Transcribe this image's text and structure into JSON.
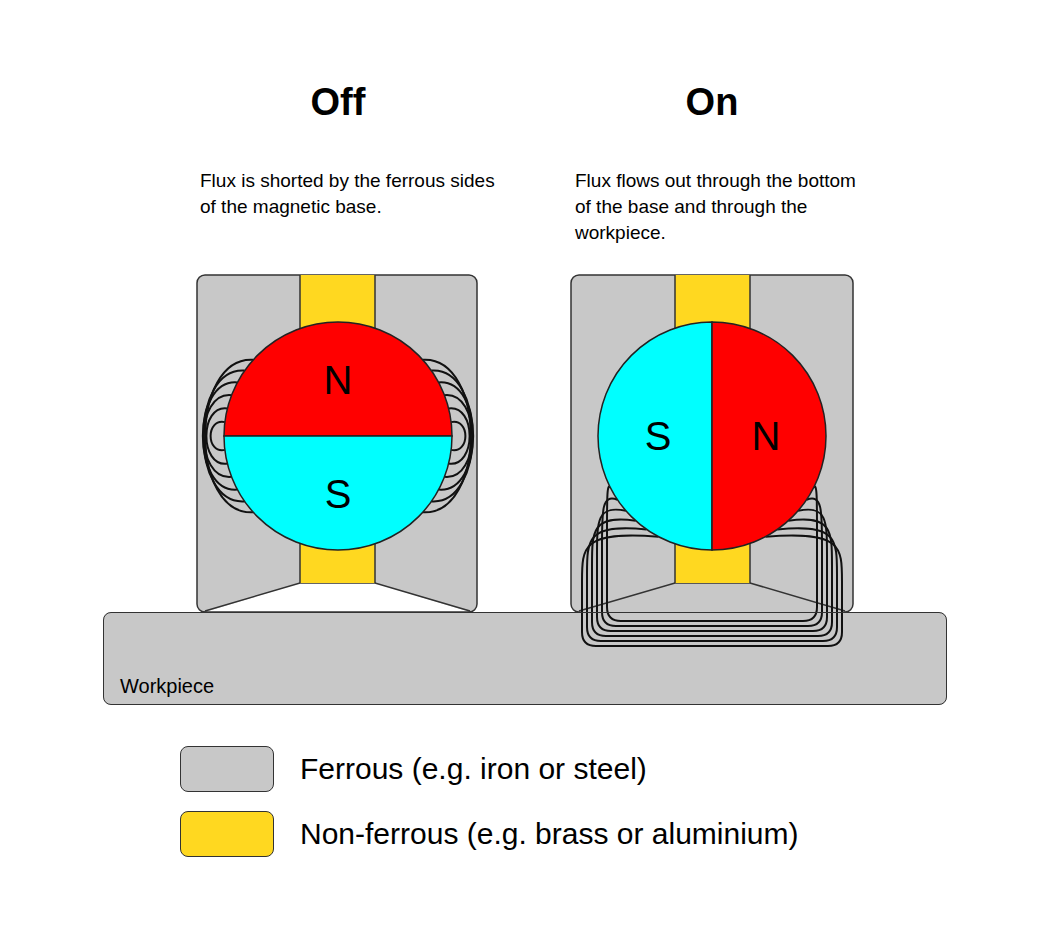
{
  "diagram": {
    "nodes": [
      {
        "text": [
          "N"
        ]
      },
      {
        "text": [
          "S"
        ]
      },
      {
        "text": [
          "S"
        ]
      },
      {
        "text": [
          "N"
        ]
      },
      {
        "text": [
          "Workpiece"
        ]
      }
    ],
    "labels": [
      "Off",
      "On",
      "Flux is shorted by the ferrous sides of the magnetic base.",
      "Flux flows out through the bottom of the base and through the workpiece."
    ],
    "legend": [
      {
        "text": "Ferrous (e.g. iron or steel)",
        "color": "#c8c8c8"
      },
      {
        "text": "Non-ferrous (e.g. brass or aluminium)",
        "color": "#ffd820"
      }
    ]
  }
}
